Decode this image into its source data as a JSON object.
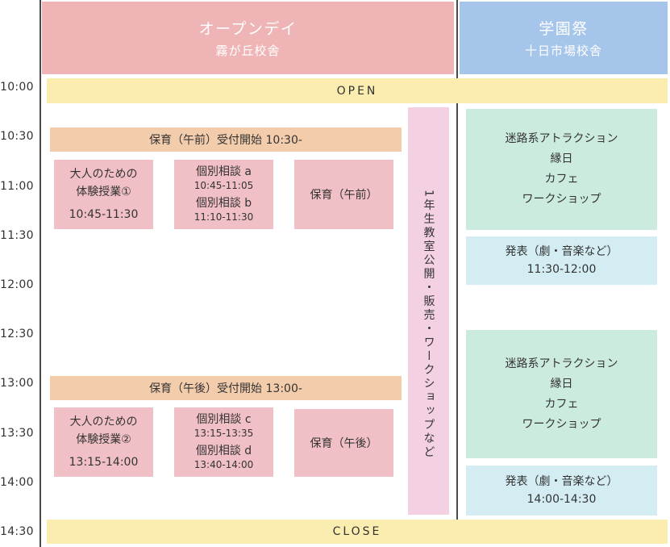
{
  "headers": {
    "open_day_title": "オープンデイ",
    "open_day_campus": "霧が丘校舎",
    "festival_title": "学園祭",
    "festival_campus": "十日市場校舎"
  },
  "times": [
    "10:00",
    "10:30",
    "11:00",
    "11:30",
    "12:00",
    "12:30",
    "13:00",
    "13:30",
    "14:00",
    "14:30"
  ],
  "bars": {
    "open": "OPEN",
    "close": "CLOSE"
  },
  "morning": {
    "childcare_reception": "保育（午前）受付開始 10:30-",
    "class_line1": "大人のための",
    "class_line2": "体験授業①",
    "class_time": "10:45-11:30",
    "consult_a": "個別相談 a",
    "consult_a_time": "10:45-11:05",
    "consult_b": "個別相談 b",
    "consult_b_time": "11:10-11:30",
    "childcare": "保育（午前）"
  },
  "afternoon": {
    "childcare_reception": "保育（午後）受付開始 13:00-",
    "class_line1": "大人のための",
    "class_line2": "体験授業②",
    "class_time": "13:15-14:00",
    "consult_c": "個別相談 c",
    "consult_c_time": "13:15-13:35",
    "consult_d": "個別相談 d",
    "consult_d_time": "13:40-14:00",
    "childcare": "保育（午後）"
  },
  "classroom_open": "1年生教室公開・販売・ワークショップなど",
  "festival": {
    "block1": [
      "迷路系アトラクション",
      "縁日",
      "カフェ",
      "ワークショップ"
    ],
    "presentation1_title": "発表（劇・音楽など）",
    "presentation1_time": "11:30-12:00",
    "block2": [
      "迷路系アトラクション",
      "縁日",
      "カフェ",
      "ワークショップ"
    ],
    "presentation2_title": "発表（劇・音楽など）",
    "presentation2_time": "14:00-14:30"
  },
  "colors": {
    "header_pink": "#efb4b6",
    "header_blue": "#a5c6ea",
    "yellow_bar": "#fbecb0",
    "peach_bar": "#f3ccab",
    "pink_box": "#f1c0c6",
    "vertical_pink": "#f3d0e2",
    "mint_box": "#ccebdf",
    "light_blue_box": "#d3edf3"
  }
}
